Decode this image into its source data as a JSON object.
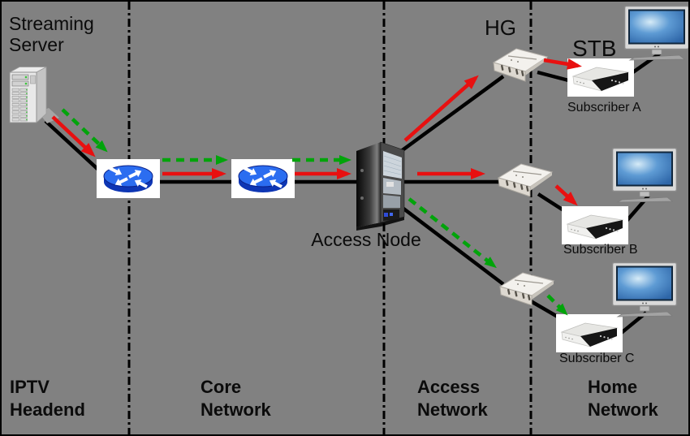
{
  "figure": {
    "type": "network-diagram",
    "description_visible_only": "IPTV delivery chain from streaming server through core and access network to three subscriber homes"
  },
  "labels": {
    "streaming_server": "Streaming\nServer",
    "hg": "HG",
    "stb": "STB",
    "access_node": "Access Node",
    "subscriber_a": "Subscriber A",
    "subscriber_b": "Subscriber B",
    "subscriber_c": "Subscriber C"
  },
  "zones": {
    "iptv_headend": "IPTV\nHeadend",
    "core_network": "Core\nNetwork",
    "access_network": "Access\nNetwork",
    "home_network": "Home\nNetwork"
  },
  "colors": {
    "background": "#818181",
    "separator_black": "#000000",
    "link_black": "#000000",
    "unicast_arrow_red": "#e81010",
    "multicast_arrow_green": "#00a40a",
    "router_blue": "#2b6df0",
    "tv_screen_blue": "#3c7fc0"
  },
  "icons": {
    "streaming_server": "server-tower-icon",
    "router_1": "router-icon",
    "router_2": "router-icon",
    "access_node": "rack-tower-icon",
    "hg_a": "home-gateway-icon",
    "hg_b": "home-gateway-icon",
    "hg_c": "home-gateway-icon",
    "stb_a": "set-top-box-icon",
    "stb_b": "set-top-box-icon",
    "stb_c": "set-top-box-icon",
    "tv_a": "tv-icon",
    "tv_b": "tv-icon",
    "tv_c": "tv-icon"
  },
  "connections": [
    {
      "from": "streaming-server",
      "to": "router-1",
      "types": [
        "black-link",
        "red-arrow",
        "green-dashed-arrow"
      ]
    },
    {
      "from": "router-1",
      "to": "router-2",
      "types": [
        "black-link",
        "red-arrow",
        "green-dashed-arrow"
      ]
    },
    {
      "from": "router-2",
      "to": "access-node",
      "types": [
        "black-link",
        "red-arrow",
        "green-dashed-arrow"
      ]
    },
    {
      "from": "access-node",
      "to": "hg-a",
      "types": [
        "black-link",
        "red-arrow"
      ]
    },
    {
      "from": "access-node",
      "to": "hg-b",
      "types": [
        "black-link",
        "red-arrow"
      ]
    },
    {
      "from": "access-node",
      "to": "hg-c",
      "types": [
        "black-link",
        "green-dashed-arrow"
      ]
    },
    {
      "from": "hg-a",
      "to": "stb-a",
      "types": [
        "black-link",
        "red-arrow"
      ]
    },
    {
      "from": "hg-b",
      "to": "stb-b",
      "types": [
        "black-link",
        "red-arrow"
      ]
    },
    {
      "from": "hg-c",
      "to": "stb-c",
      "types": [
        "black-link",
        "green-dashed-arrow"
      ]
    },
    {
      "from": "stb-a",
      "to": "tv-a",
      "types": [
        "black-link"
      ]
    },
    {
      "from": "stb-b",
      "to": "tv-b",
      "types": [
        "black-link"
      ]
    },
    {
      "from": "stb-c",
      "to": "tv-c",
      "types": [
        "black-link"
      ]
    }
  ]
}
